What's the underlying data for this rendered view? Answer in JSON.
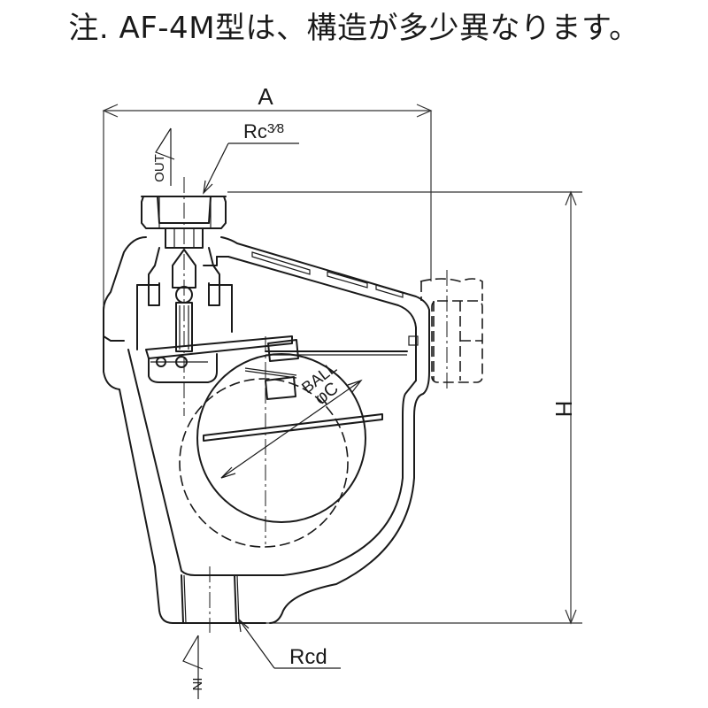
{
  "note": "注. AF-4M型は、構造が多少異なります。",
  "drawing": {
    "dimensions": {
      "width_label": "A",
      "height_label": "H",
      "ball_label_line1": "BALL",
      "ball_label_line2": "φC"
    },
    "ports": {
      "outlet_label": "OUT",
      "outlet_thread": "Rc",
      "outlet_thread_size": "3/8",
      "inlet_label": "IN",
      "inlet_thread": "Rcd"
    }
  }
}
